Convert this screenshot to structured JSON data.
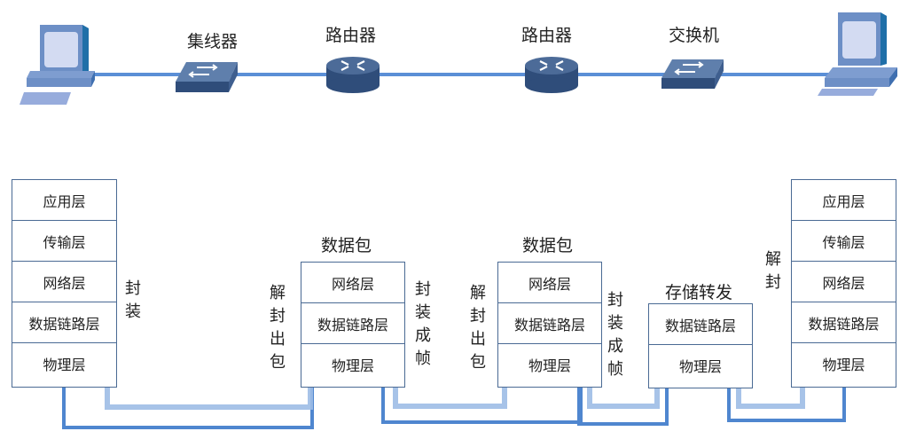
{
  "topology": {
    "devices": [
      {
        "type": "computer",
        "label": ""
      },
      {
        "type": "hub",
        "label": "集线器"
      },
      {
        "type": "router",
        "label": "路由器"
      },
      {
        "type": "router",
        "label": "路由器"
      },
      {
        "type": "switch",
        "label": "交换机"
      },
      {
        "type": "computer",
        "label": ""
      }
    ]
  },
  "stacks": {
    "left_host": {
      "layers": [
        "应用层",
        "传输层",
        "网络层",
        "数据链路层",
        "物理层"
      ],
      "side_label": [
        "封",
        "装"
      ]
    },
    "router1": {
      "title": "数据包",
      "layers": [
        "网络层",
        "数据链路层",
        "物理层"
      ],
      "left_label": [
        "解",
        "封",
        "出",
        "包"
      ],
      "right_label": [
        "封",
        "装",
        "成",
        "帧"
      ]
    },
    "router2": {
      "title": "数据包",
      "layers": [
        "网络层",
        "数据链路层",
        "物理层"
      ],
      "left_label": [
        "解",
        "封",
        "出",
        "包"
      ],
      "right_label": [
        "封",
        "装",
        "成",
        "帧"
      ]
    },
    "switch": {
      "title": "存储转发",
      "layers": [
        "数据链路层",
        "物理层"
      ]
    },
    "right_host": {
      "layers": [
        "应用层",
        "传输层",
        "网络层",
        "数据链路层",
        "物理层"
      ],
      "side_label": [
        "解",
        "封"
      ]
    }
  },
  "colors": {
    "link_line": "#5b8fd6",
    "flow_path": "#9dbde6",
    "physical_path": "#4f86cf",
    "device_dark": "#2f4d7a",
    "computer": "#6d8fc6"
  }
}
